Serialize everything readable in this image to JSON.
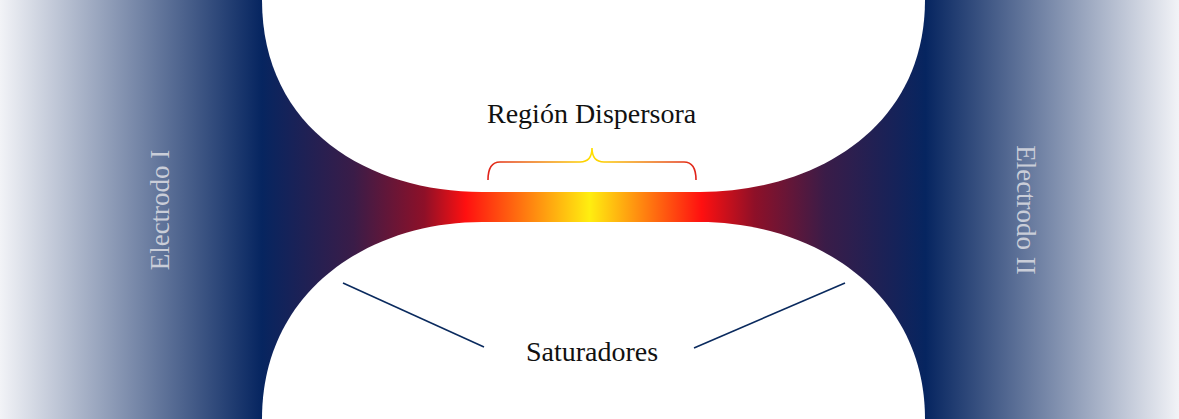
{
  "diagram": {
    "nodes": [
      {
        "text": [
          "Electrodo I"
        ]
      },
      {
        "text": [
          "Electrodo II"
        ]
      }
    ],
    "labels": [
      "Región Dispersora",
      "Saturadores"
    ]
  }
}
